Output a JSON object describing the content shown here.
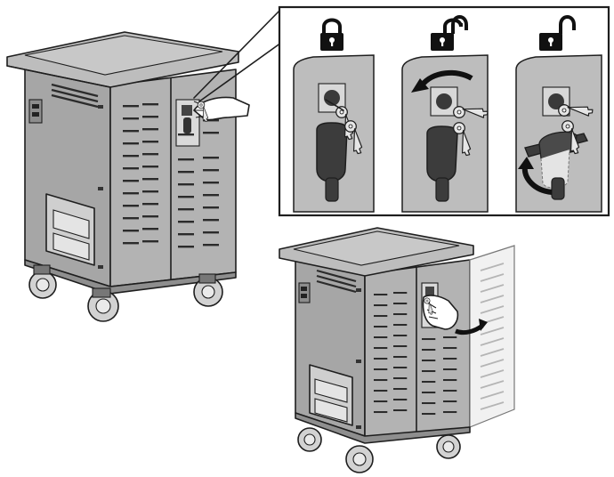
{
  "figure": {
    "steps": [
      {
        "state": "locked",
        "icon": "padlock-closed-icon"
      },
      {
        "state": "unlocked",
        "icon": "padlock-open-icon",
        "motion": "turn-key-counterclockwise"
      },
      {
        "state": "unlocked",
        "icon": "padlock-open-icon",
        "motion": "lift-and-rotate-handle"
      }
    ],
    "colors": {
      "body": "#a7a7a7",
      "panel": "#c4c4c4",
      "top": "#b9b9b9",
      "dark": "#3c3c3c",
      "outline": "#1e1e1e",
      "door_open": "#f1f1f1"
    }
  }
}
